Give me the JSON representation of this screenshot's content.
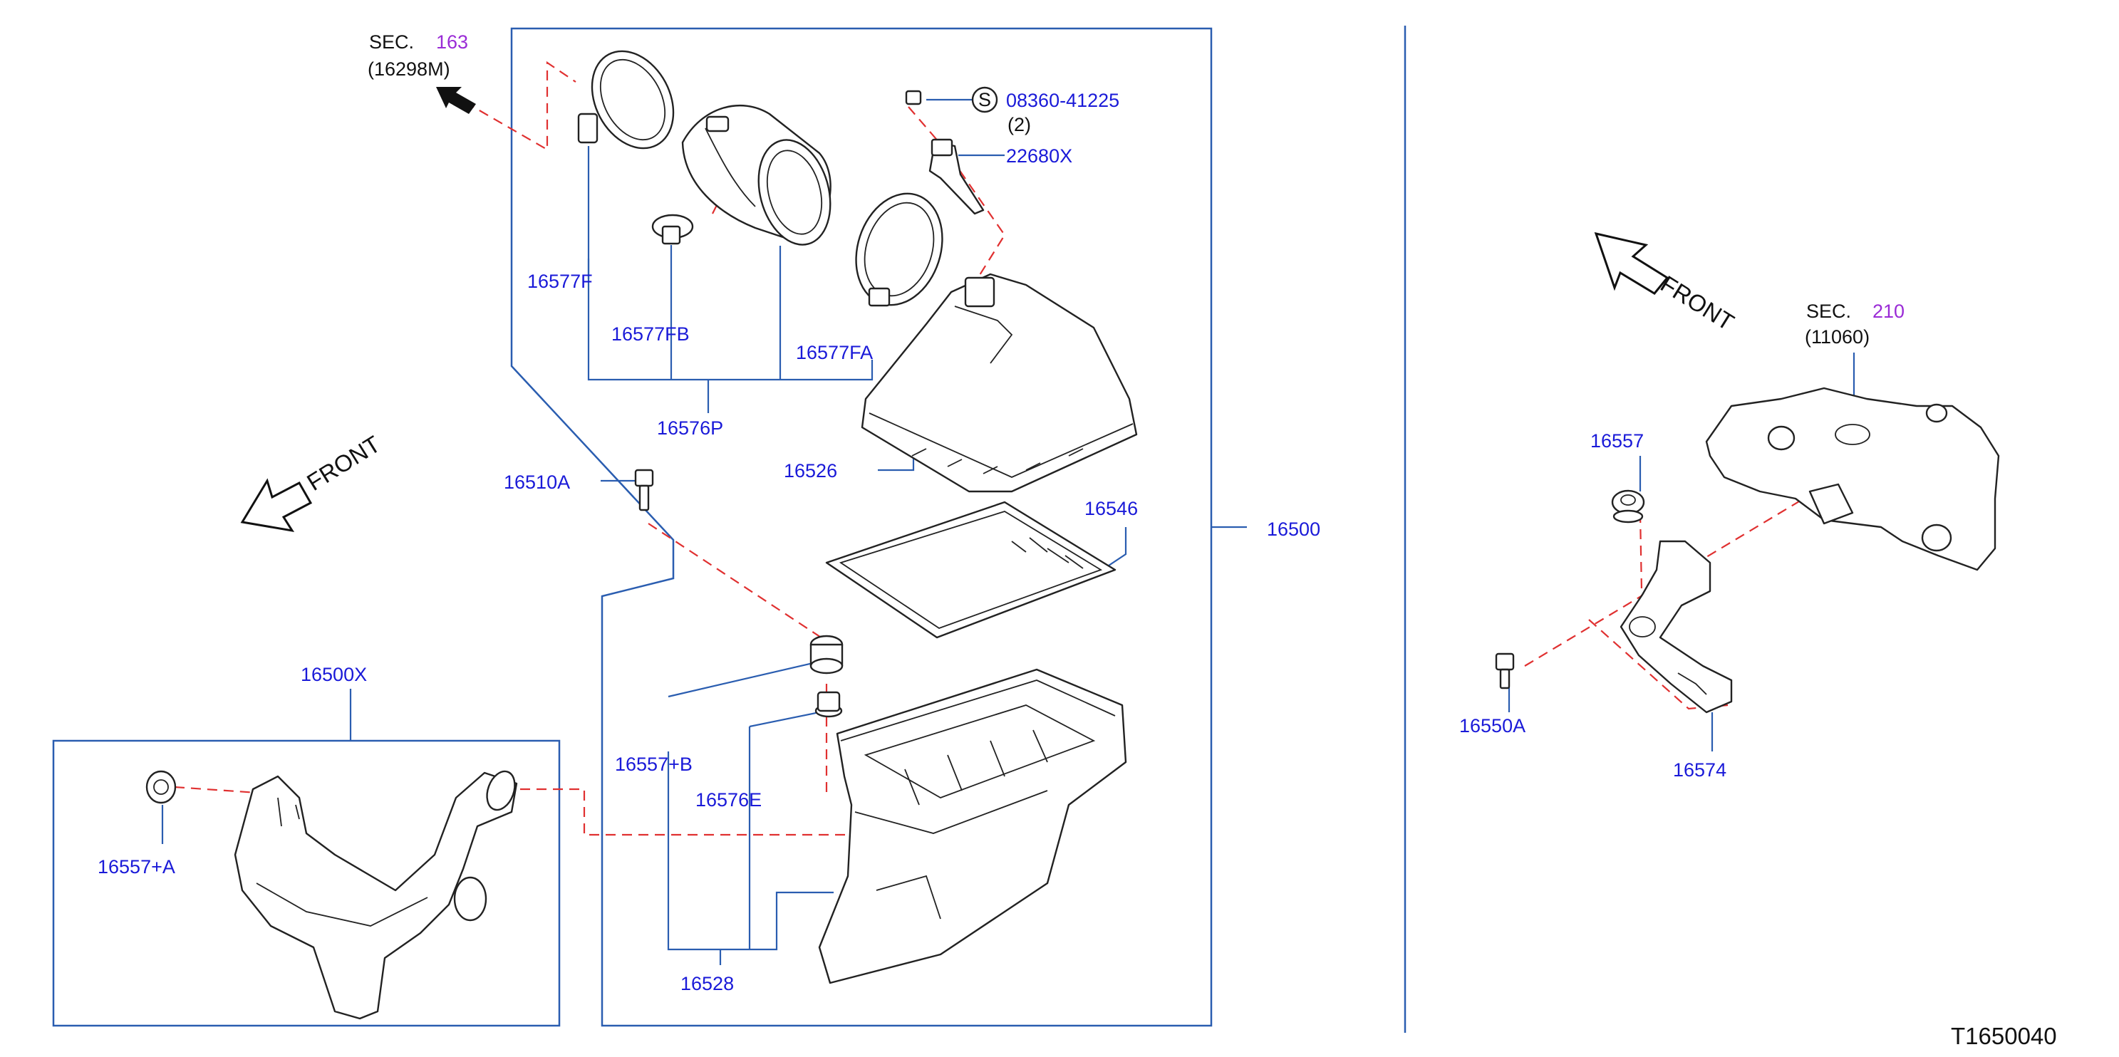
{
  "labels": {
    "sec163_prefix": "SEC.",
    "sec163_num": "163",
    "sec163_part": "(16298M)",
    "p16577F": "16577F",
    "p16577FB": "16577FB",
    "p16577FA": "16577FA",
    "p16576P": "16576P",
    "p16526": "16526",
    "p16510A": "16510A",
    "p16546": "16546",
    "p16500": "16500",
    "p16500X": "16500X",
    "p16557A": "16557+A",
    "p16557B": "16557+B",
    "p16576E": "16576E",
    "p16528": "16528",
    "bolt_symbol": "S",
    "bolt_part": "08360-41225",
    "bolt_qty": "(2)",
    "p22680X": "22680X",
    "sec210_prefix": "SEC.",
    "sec210_num": "210",
    "sec210_part": "(11060)",
    "p16557": "16557",
    "p16550A": "16550A",
    "p16574": "16574",
    "front_left": "FRONT",
    "front_right": "FRONT",
    "diagram_code": "T1650040"
  },
  "colors": {
    "label_blue": "#1a1ad8",
    "section_purple": "#9a2bd6",
    "frame_blue": "#2a5db0",
    "dash_red": "#e03030",
    "line_black": "#222222"
  },
  "icons": [
    "front-arrow-icon",
    "solid-arrow-icon"
  ]
}
